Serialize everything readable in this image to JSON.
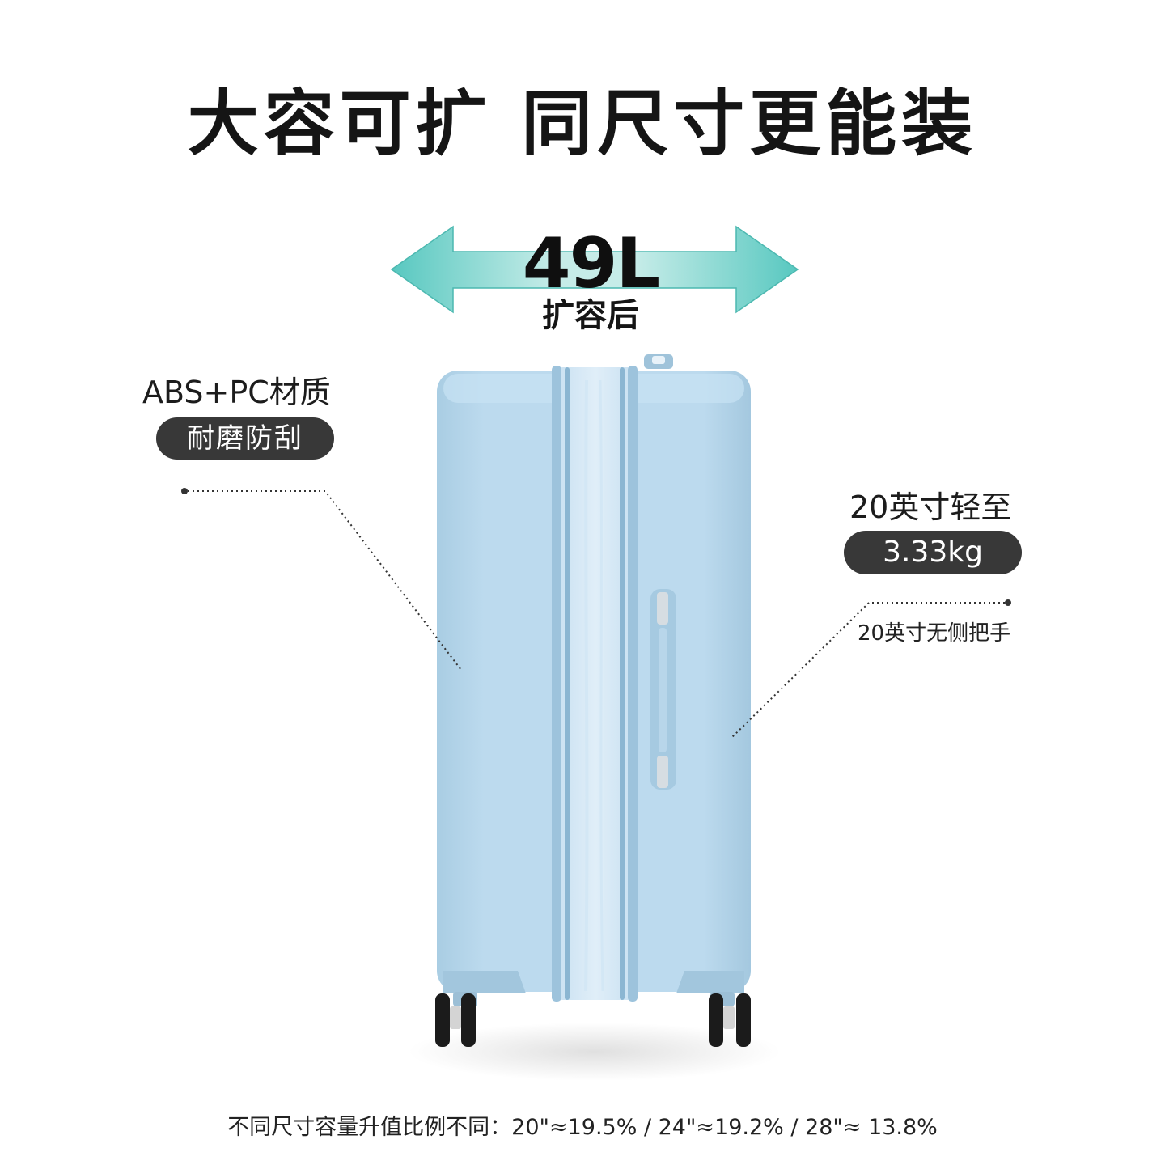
{
  "headline": "大容可扩 同尺寸更能装",
  "capacity": {
    "value": "49L",
    "caption": "扩容后"
  },
  "material": {
    "title": "ABS+PC材质",
    "badge": "耐磨防刮"
  },
  "weight": {
    "title": "20英寸轻至",
    "badge": "3.33kg",
    "note": "20英寸无侧把手"
  },
  "footnote": "不同尺寸容量升值比例不同：20\"≈19.5% / 24\"≈19.2% / 28\"≈ 13.8%",
  "colors": {
    "arrow": "#5cc9c2",
    "suitcase": "#b7d6ea",
    "pill": "#383838"
  },
  "icons": {
    "expand_arrow": "double-headed-arrow-icon"
  }
}
